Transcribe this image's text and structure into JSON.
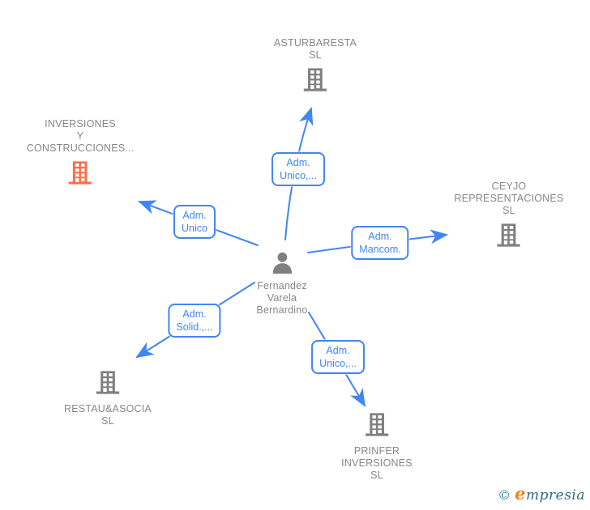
{
  "colors": {
    "accent_blue": "#4285f4",
    "icon_gray": "#808080",
    "label_gray": "#878787",
    "highlight_orange": "#f9704d"
  },
  "nodes": {
    "asturbaresta": {
      "label": "ASTURBARESTA\nSL",
      "icon": "building-icon"
    },
    "inversiones": {
      "label": "INVERSIONES\nY\nCONSTRUCCIONES...",
      "icon": "building-icon-orange"
    },
    "ceyjo": {
      "label": "CEYJO\nREPRESENTACIONES SL",
      "icon": "building-icon"
    },
    "person": {
      "label": "Fernandez\nVarela\nBernardino",
      "icon": "person-icon"
    },
    "restau": {
      "label": "RESTAU&ASOCIA\nSL",
      "icon": "building-icon"
    },
    "prinfer": {
      "label": "PRINFER\nINVERSIONES\nSL",
      "icon": "building-icon"
    }
  },
  "edges": {
    "to_asturbaresta": {
      "label": "Adm.\nUnico,..."
    },
    "to_inversiones": {
      "label": "Adm.\nUnico"
    },
    "to_ceyjo": {
      "label": "Adm.\nMancom."
    },
    "to_restau": {
      "label": "Adm.\nSolid.,..."
    },
    "to_prinfer": {
      "label": "Adm.\nUnico,..."
    }
  },
  "footer": {
    "copyright": "©",
    "brand_first_letter": "e",
    "brand_rest": "mpresia"
  }
}
